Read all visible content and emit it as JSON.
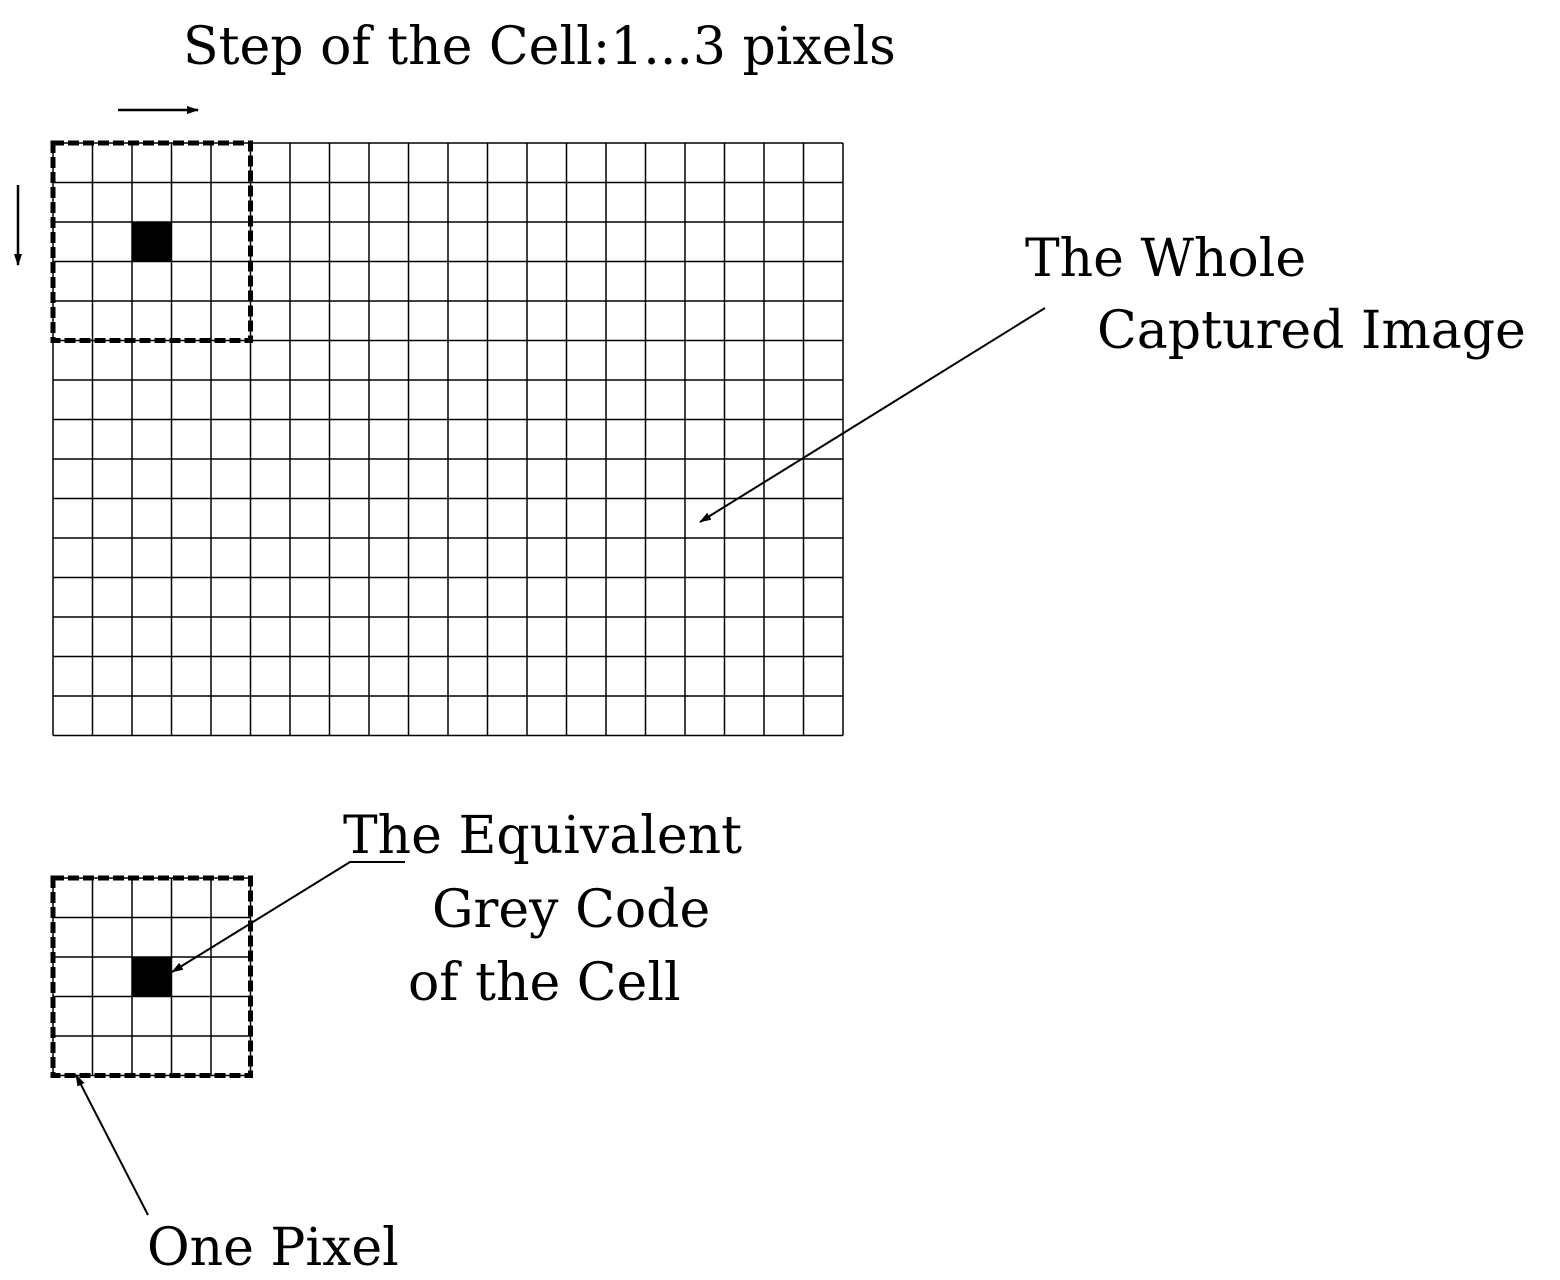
{
  "labels": {
    "step": "Step of the Cell:1...3 pixels",
    "whole_line1": "The Whole",
    "whole_line2": "Captured Image",
    "equiv_line1": "The Equivalent",
    "equiv_line2": "Grey Code",
    "equiv_line3": "of the Cell",
    "one_pixel": "One Pixel"
  },
  "image_grid": {
    "columns": 20,
    "rows": 15
  },
  "cell_grid": {
    "columns": 5,
    "rows": 5,
    "center": [
      2,
      2
    ]
  },
  "colors": {
    "line": "#000000",
    "background": "#ffffff",
    "pixel_fill": "#000000"
  }
}
